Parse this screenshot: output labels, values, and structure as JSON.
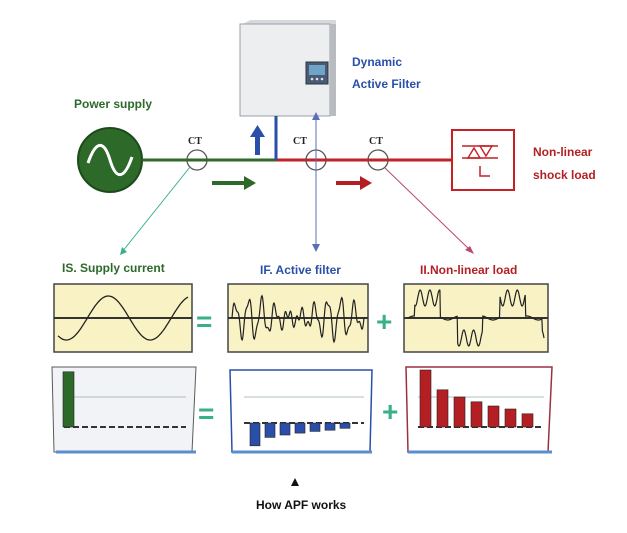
{
  "labels": {
    "power_supply": "Power supply",
    "filter_line1": "Dynamic",
    "filter_line2": "Active Filter",
    "load_line1": "Non-linear",
    "load_line2": "shock load",
    "ct": "CT",
    "supply_current": "IS. Supply current",
    "active_filter": "IF. Active filter",
    "nonlinear_load": "II.Non-linear load",
    "equals": "=",
    "plus": "+",
    "caption": "How APF works"
  },
  "colors": {
    "supply": "#2d6a2a",
    "filter": "#2a4fa8",
    "load": "#b41f24",
    "panel": "#f8f2c4",
    "connector": "#38b088"
  },
  "icons": {
    "source": "ac-source-icon",
    "load": "thyristor-load-icon",
    "cabinet": "filter-cabinet-icon"
  },
  "spectra": {
    "supply": [
      0.92
    ],
    "filter": [
      -0.95,
      -0.6,
      -0.5,
      -0.42,
      -0.35,
      -0.3,
      -0.22
    ],
    "load": [
      0.95,
      0.62,
      0.5,
      0.42,
      0.35,
      0.3,
      0.22
    ]
  }
}
